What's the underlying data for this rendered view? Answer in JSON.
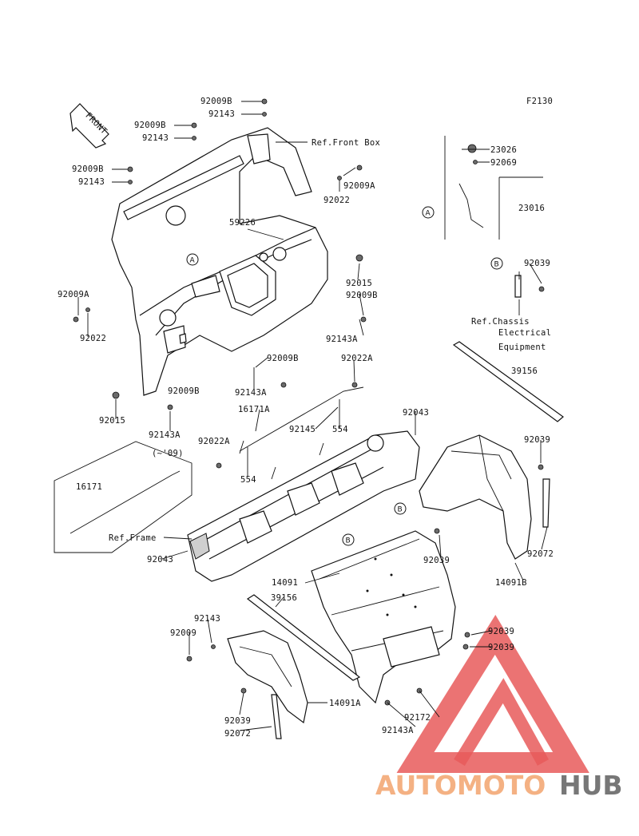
{
  "figure_code": "F2130",
  "front_arrow_label": "FRONT",
  "watermark": {
    "part1": "AUTOMOTO",
    "part2": "HUB",
    "color1": "#f4b183",
    "color2": "#777777",
    "logo_color": "#e85a5a"
  },
  "labels": [
    "92009B",
    "92143",
    "92009B",
    "92143",
    "92009B",
    "92143",
    "Ref.Front Box",
    "92009A",
    "92022",
    "59226",
    "92015",
    "92009B",
    "92009A",
    "92022",
    "92143A",
    "92009B",
    "92143A",
    "92022A",
    "92015",
    "92009B",
    "92143A",
    "16171A",
    "92145",
    "554",
    "92043",
    "92022A",
    "554",
    "23026",
    "92069",
    "23016",
    "92039",
    "Ref.Chassis",
    "Electrical",
    "Equipment",
    "39156",
    "92039",
    "92072",
    "14091B",
    "(~'09)",
    "16171",
    "Ref.Frame",
    "92043",
    "92039",
    "14091",
    "39156",
    "92143",
    "92009",
    "92039",
    "92039",
    "92039",
    "92072",
    "14091A",
    "92172",
    "92143A"
  ],
  "callouts": [
    "A",
    "A",
    "B",
    "B",
    "B"
  ]
}
